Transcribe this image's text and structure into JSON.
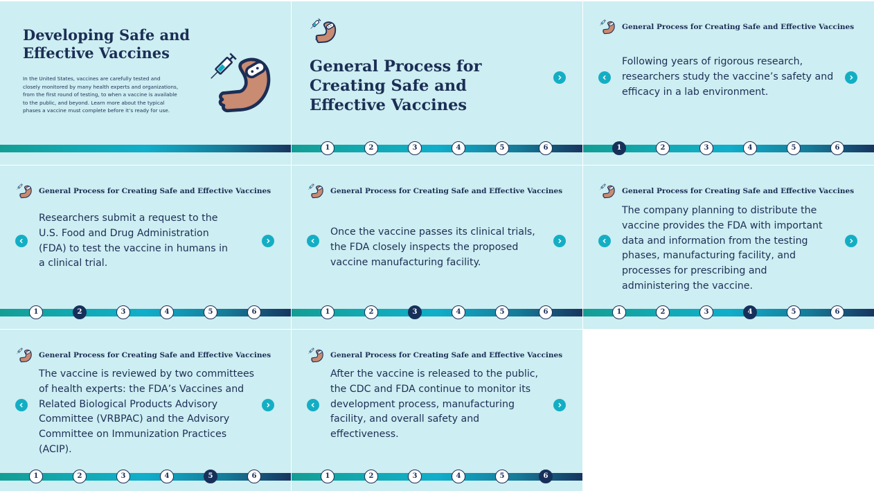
{
  "colors": {
    "panel_bg": "#cdeef2",
    "navy": "#1c2e55",
    "teal": "#14aec4"
  },
  "icons": {
    "arm": "bandaged-arm-icon",
    "syringe": "syringe-icon",
    "prev": "chevron-left-icon",
    "next": "chevron-right-icon"
  },
  "intro": {
    "title": "Developing Safe and Effective Vaccines",
    "text": "In the United States, vaccines are carefully tested and closely monitored by many health experts and organizations, from the first round of testing, to when a vaccine is available to the public, and beyond. Learn more about the typical phases a vaccine must complete before it’s ready for use."
  },
  "overview": {
    "title": "General Process for Creating Safe and Effective Vaccines"
  },
  "header_title": "General Process for Creating Safe and Effective Vaccines",
  "steps": [
    {
      "number": "1",
      "text": "Following years of rigorous research, researchers study the vaccine’s safety and efficacy in a lab environment."
    },
    {
      "number": "2",
      "text": "Researchers submit a request to the U.S. Food and Drug Administration (FDA) to test the vaccine in humans in a clinical trial."
    },
    {
      "number": "3",
      "text": "Once the vaccine passes its clinical trials, the FDA closely inspects the proposed vaccine manufacturing facility."
    },
    {
      "number": "4",
      "text": "The company planning to distribute the vaccine provides the FDA with important data and information from the testing phases, manufacturing facility, and processes for prescribing and administering the vaccine."
    },
    {
      "number": "5",
      "text": "The vaccine is reviewed by two committees of health experts: the FDA’s Vaccines and Related Biological Products Advisory Committee (VRBPAC) and the Advisory Committee on Immunization Practices (ACIP)."
    },
    {
      "number": "6",
      "text": "After the vaccine is released to the public, the CDC and FDA continue to monitor its development process, manufacturing facility, and overall safety and effectiveness."
    }
  ],
  "dots": [
    "1",
    "2",
    "3",
    "4",
    "5",
    "6"
  ]
}
